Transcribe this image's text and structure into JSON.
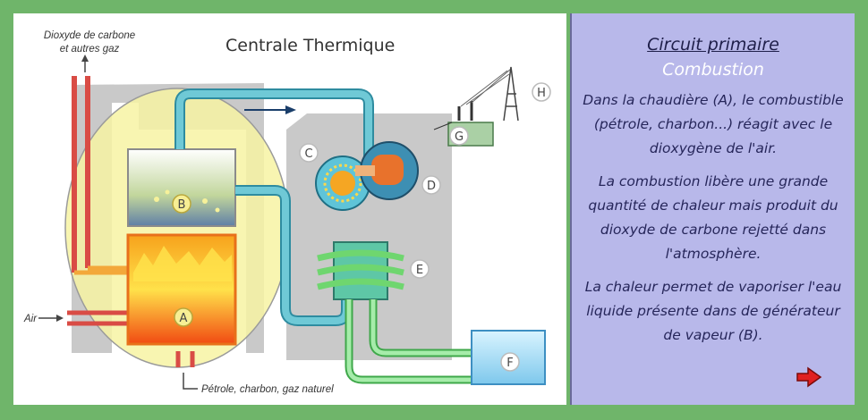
{
  "diagram": {
    "title": "Centrale Thermique",
    "exhaust_label_line1": "Dioxyde de carbone",
    "exhaust_label_line2": "et autres gaz",
    "air_label": "Air",
    "fuel_label": "Pétrole, charbon, gaz naturel",
    "markers": [
      "A",
      "B",
      "C",
      "D",
      "E",
      "F",
      "G",
      "H"
    ]
  },
  "panel": {
    "title": "Circuit primaire",
    "subtitle": "Combustion",
    "paragraphs": [
      "Dans la chaudière (A), le combustible (pétrole, charbon...) réagit avec le dioxygène de l'air.",
      "La combustion libère une grande quantité de chaleur mais produit du dioxyde de carbone rejetté dans l'atmosphère.",
      "La chaleur permet de vaporiser l'eau liquide présente dans de générateur de vapeur (B)."
    ]
  },
  "colors": {
    "frame": "#6fb56a",
    "panel_bg": "#b8b8ea",
    "highlight": "#f7f3a3",
    "steam_pipe": "#6fc9d6",
    "cooling_pipe": "#74d67a",
    "next_arrow": "#e02020"
  },
  "icons": {
    "next": "red-right-arrow-icon"
  }
}
